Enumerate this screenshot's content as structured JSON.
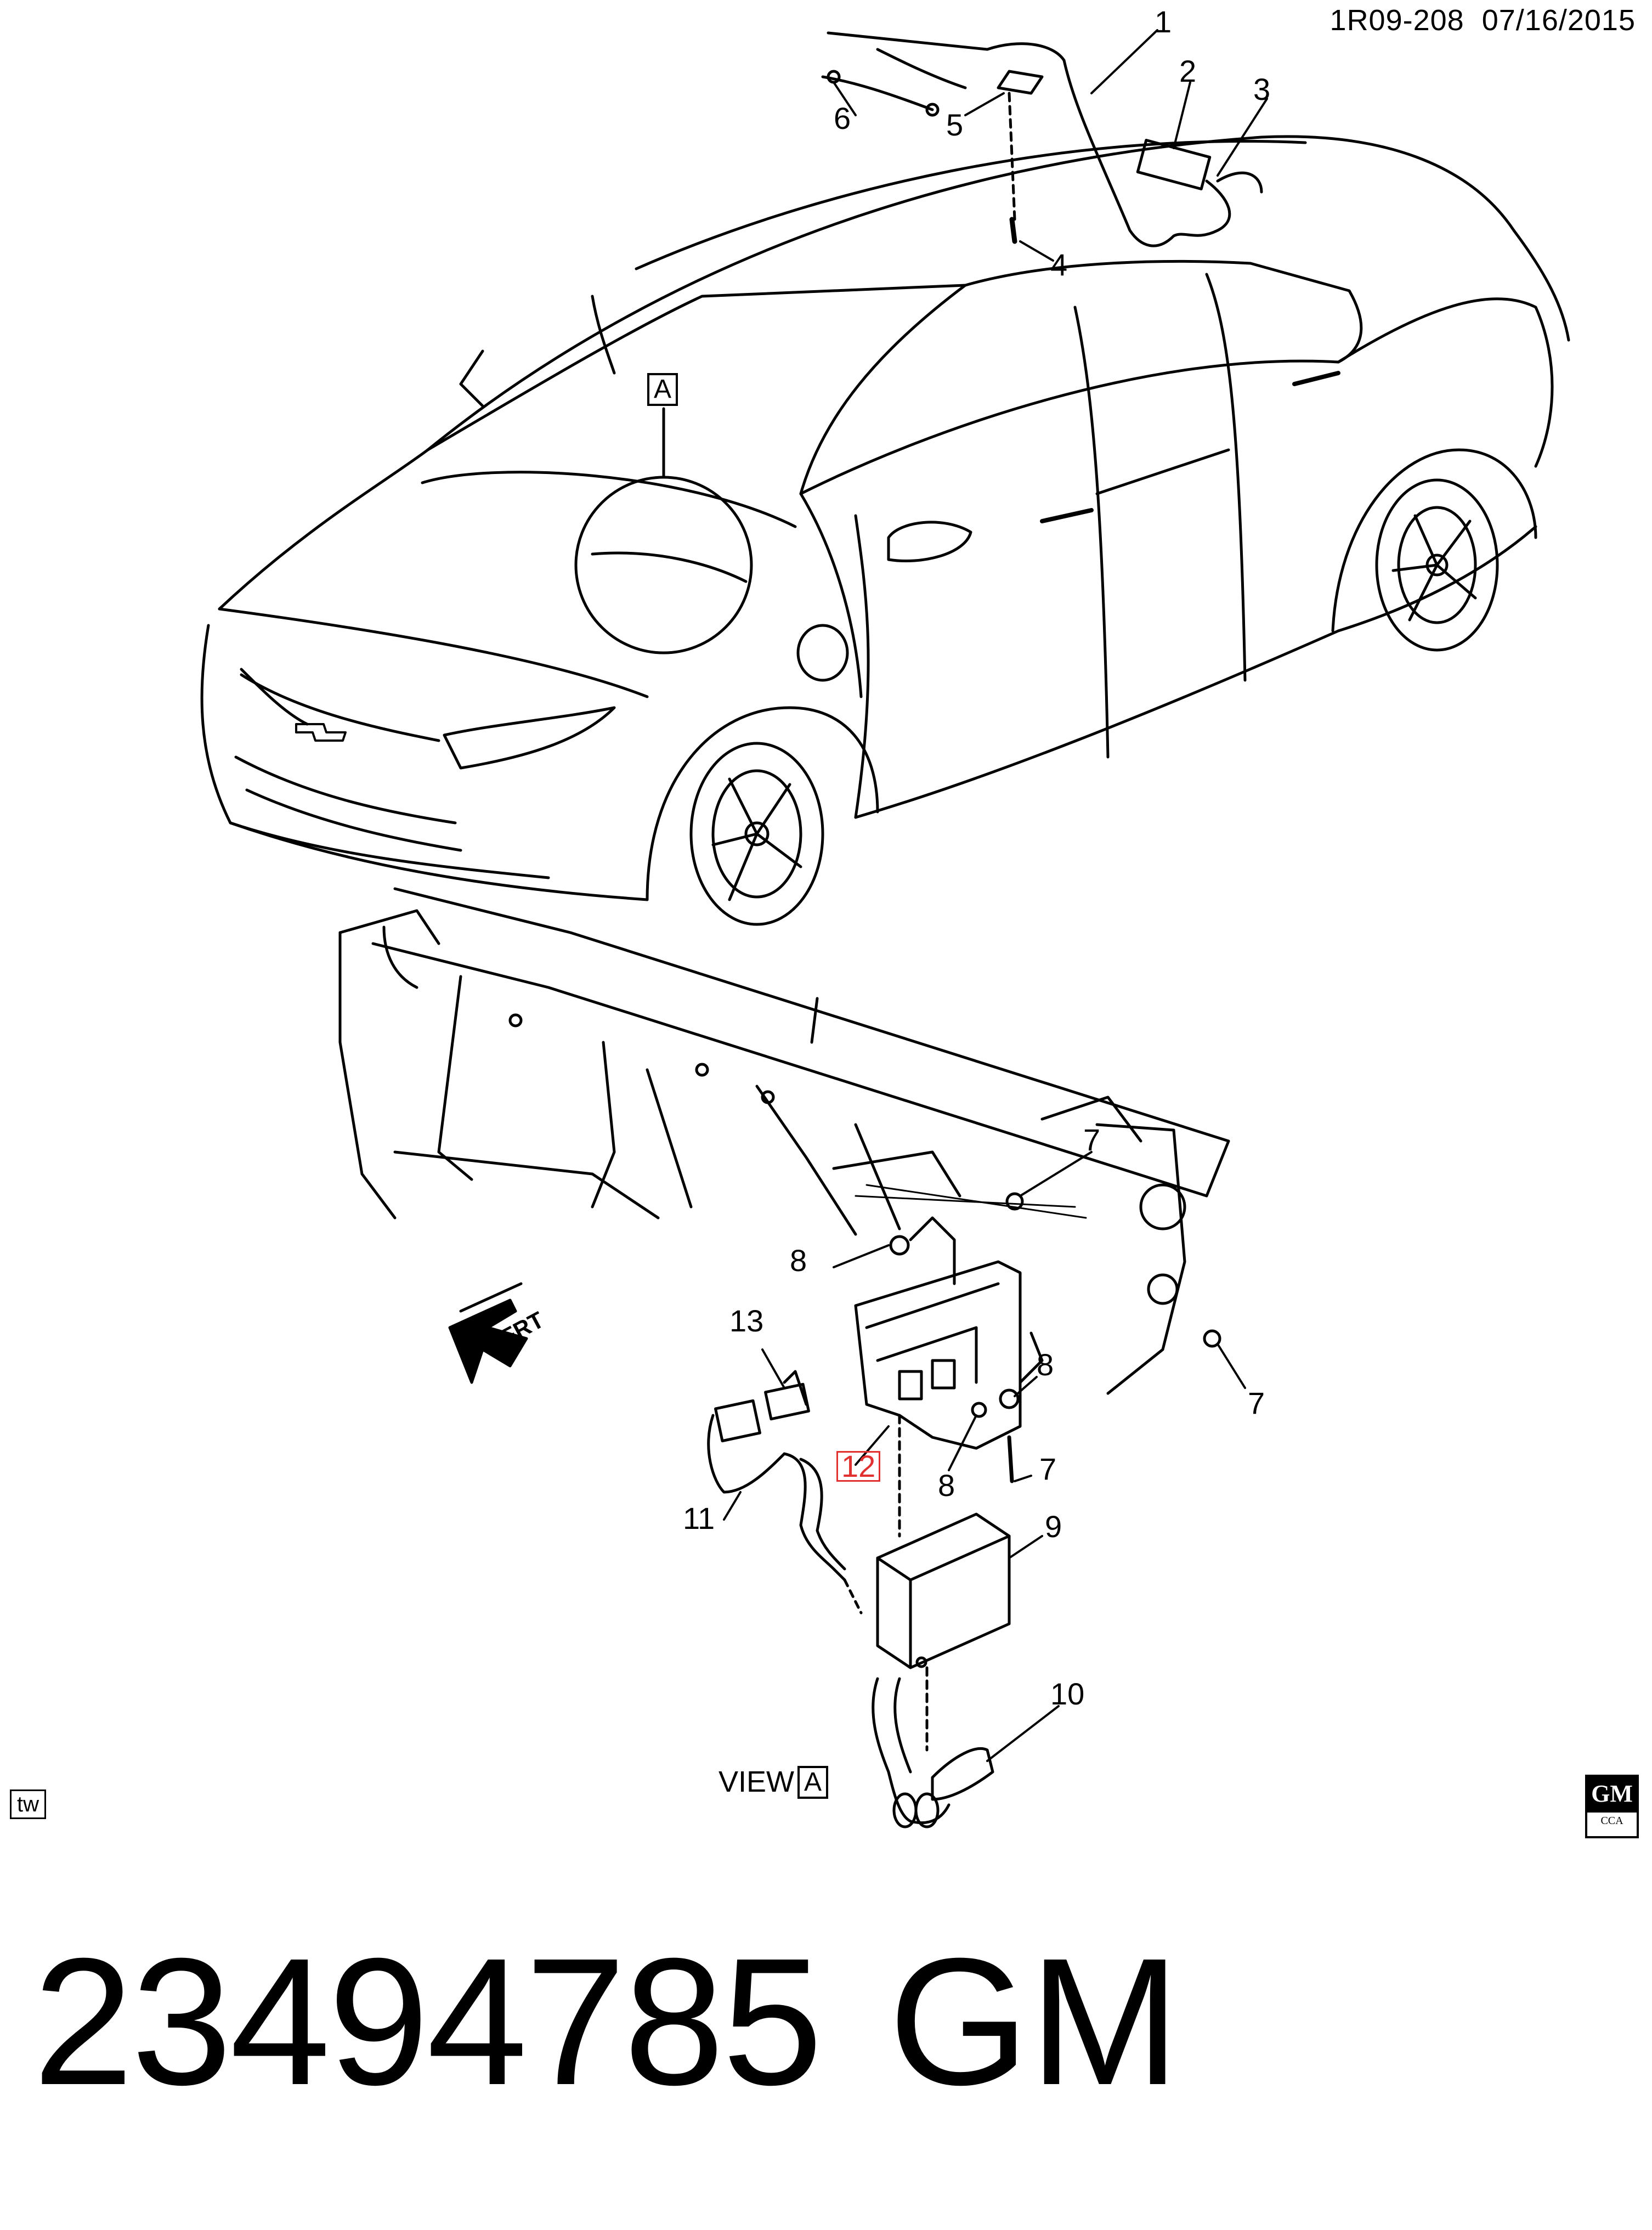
{
  "header": {
    "doc_id": "1R09-208",
    "date": "07/16/2015"
  },
  "callouts": {
    "c1": "1",
    "c2": "2",
    "c3": "3",
    "c4": "4",
    "c5": "5",
    "c6": "6",
    "c7a": "7",
    "c7b": "7",
    "c7c": "7",
    "c8a": "8",
    "c8b": "8",
    "c8c": "8",
    "c9": "9",
    "c10": "10",
    "c11": "11",
    "c12": "12",
    "c13": "13"
  },
  "view_ref": {
    "box_letter": "A",
    "view_word": "VIEW",
    "view_letter": "A"
  },
  "direction_label": "FRT",
  "corner_tag": "tw",
  "logo": {
    "top": "GM",
    "bottom": "CCA"
  },
  "footer": {
    "part_number": "23494785",
    "manufacturer": "GM"
  },
  "colors": {
    "ink": "#000000",
    "highlight": "#e03030",
    "paper": "#ffffff"
  }
}
